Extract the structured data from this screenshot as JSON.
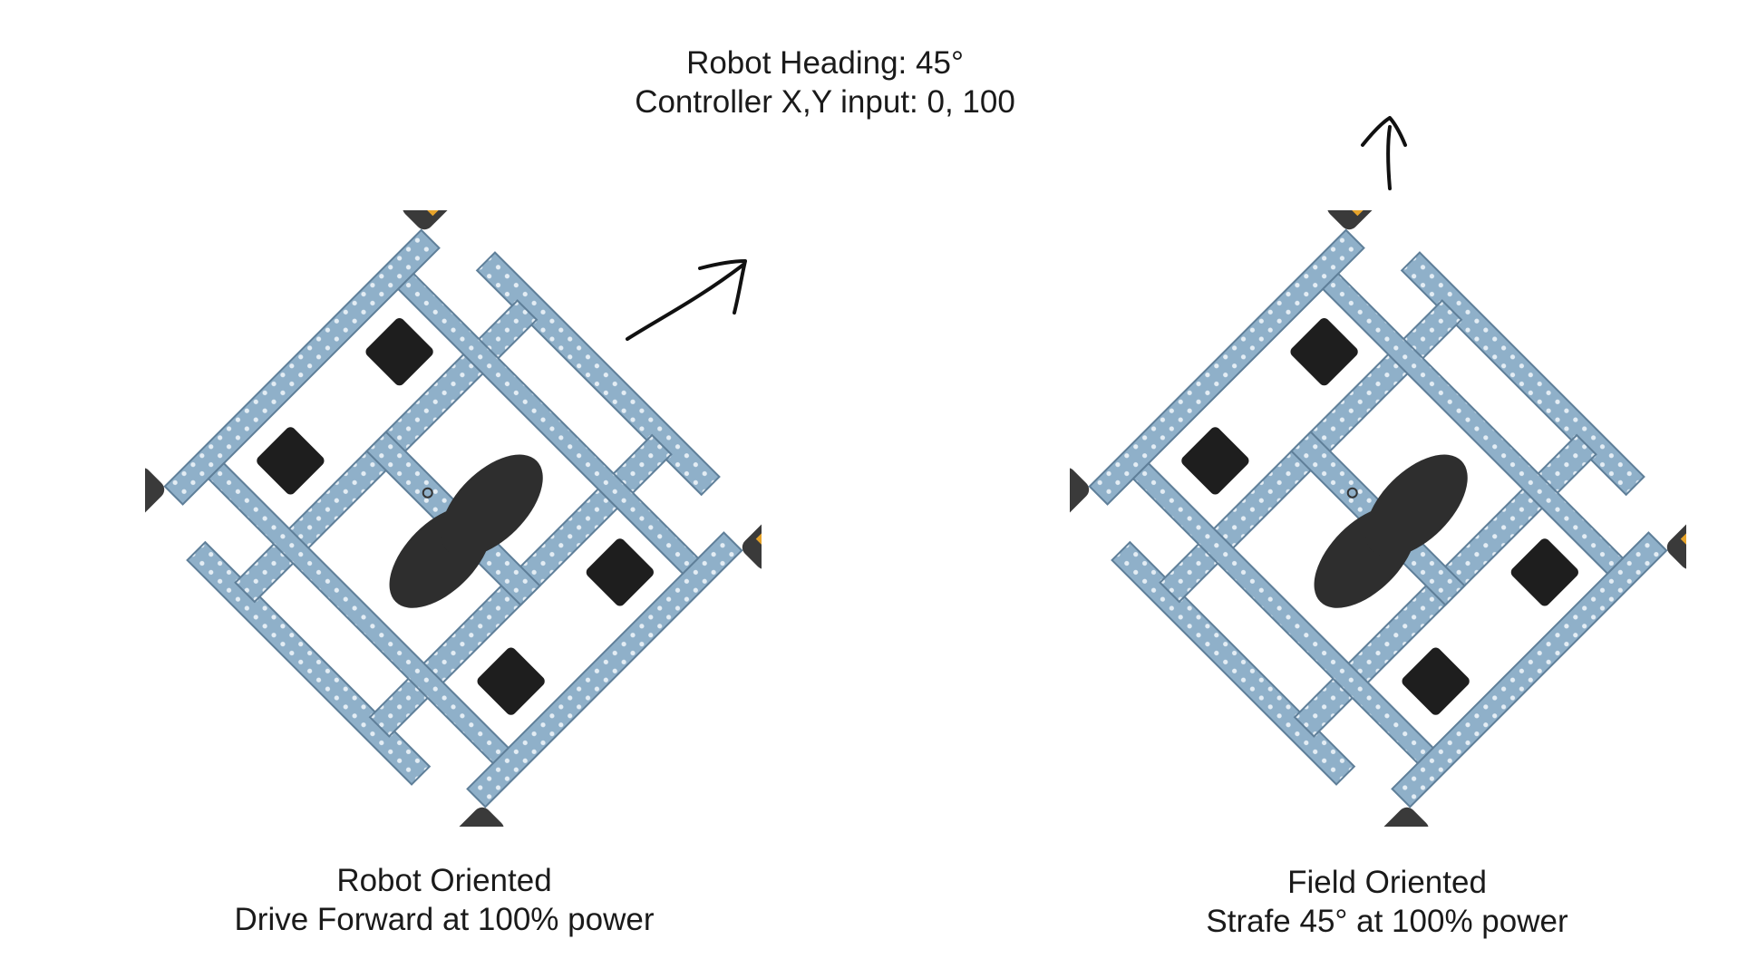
{
  "header": {
    "line1": "Robot Heading: 45°",
    "line2": "Controller X,Y input: 0, 100"
  },
  "left_caption": {
    "line1": "Robot Oriented",
    "line2": "Drive Forward at 100% power"
  },
  "right_caption": {
    "line1": "Field Oriented",
    "line2": "Strafe 45° at 100% power"
  },
  "colors": {
    "frame": "#8fb0c9",
    "frame_dark": "#5f7f99",
    "hole": "#dfe9f1",
    "motor": "#1e1e1e",
    "wheel": "#3a3a3a",
    "accent": "#e6a32a",
    "arrow": "#111111"
  }
}
